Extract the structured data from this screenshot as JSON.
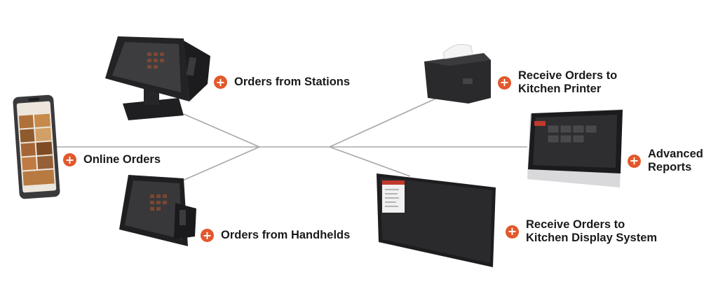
{
  "labels": {
    "stations": "Orders from Stations",
    "online": "Online Orders",
    "handhelds": "Orders from Handhelds",
    "printer_line1": "Receive Orders to",
    "printer_line2": "Kitchen Printer",
    "reports_line1": "Advanced",
    "reports_line2": "Reports",
    "kds_line1": "Receive Orders to",
    "kds_line2": "Kitchen Display System"
  },
  "badge_symbol": "+",
  "colors": {
    "accent": "#e2582c",
    "device": "#2b2b2d",
    "connector": "#a8a8a8"
  },
  "icons": [
    "phone-icon",
    "pos-station-icon",
    "handheld-icon",
    "printer-icon",
    "monitor-icon",
    "kds-screen-icon"
  ]
}
